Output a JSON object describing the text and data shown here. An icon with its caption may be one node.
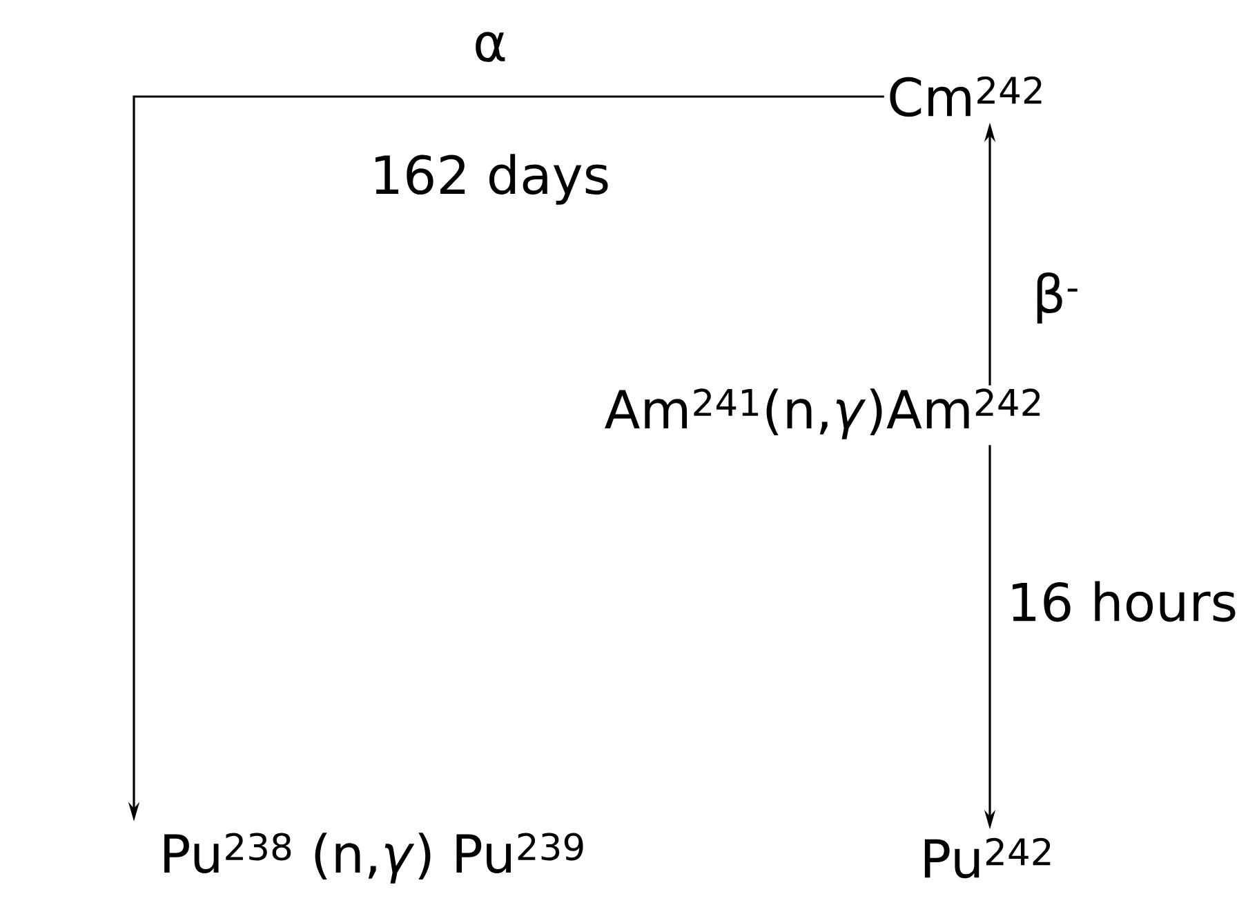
{
  "diagram": {
    "nodes": [
      {
        "text": [
          "Cm$^{242}$"
        ]
      },
      {
        "text": [
          "Am$^{241}$(n,*γ*)Am$^{242}$"
        ]
      },
      {
        "text": [
          "Pu$^{238}$ (n,*γ*) Pu$^{239}$"
        ]
      },
      {
        "text": [
          "Pu$^{242}$"
        ]
      }
    ],
    "edges": [
      {
        "from": 0,
        "to": 2,
        "arrow": "to",
        "label": "α"
      },
      {
        "from": 1,
        "to": 0,
        "arrow": "to",
        "label": "β$^{-}$"
      },
      {
        "from": 1,
        "to": 3,
        "arrow": "to",
        "label": "16 hours"
      }
    ],
    "labels": [
      "162 days"
    ]
  }
}
